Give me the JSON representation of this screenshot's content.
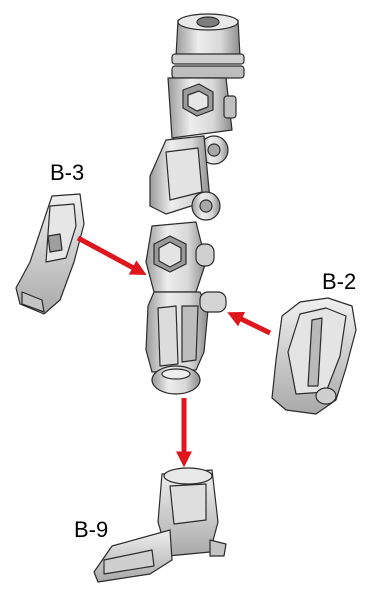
{
  "labels": {
    "b3": "B-3",
    "b2": "B-2",
    "b9": "B-9"
  },
  "colors": {
    "arrow": "#e0161d",
    "part_fill": "#e6e6e6",
    "part_mid": "#c9c9c9",
    "part_shadow": "#8f8f8f",
    "outline": "#2b2b2b"
  }
}
